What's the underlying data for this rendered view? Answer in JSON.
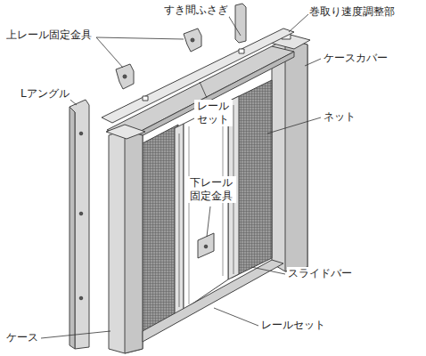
{
  "diagram": {
    "labels": [
      "すき間ふさぎ",
      "巻取り速度調整部",
      "上レール固定金具",
      "ケースカバー",
      "Lアングル",
      "ネット",
      "レール セット",
      "下レール 固定金具",
      "スライドバー",
      "レールセット",
      "ケース"
    ]
  }
}
